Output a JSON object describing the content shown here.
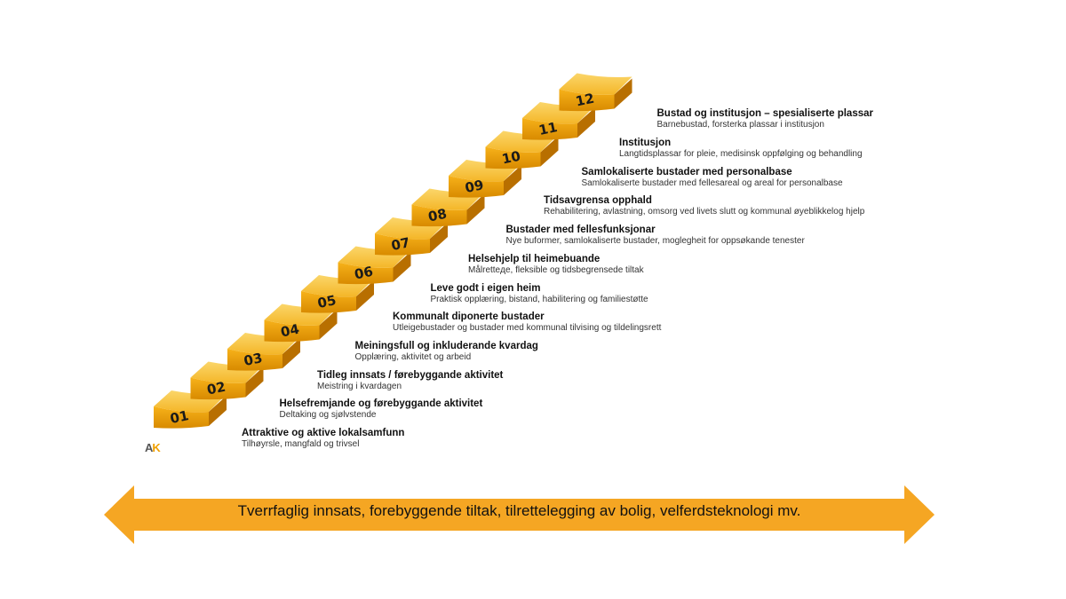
{
  "steps": [
    {
      "num": "01",
      "title": "Attraktive og aktive lokalsamfunn",
      "sub": "Tilhøyrsle, mangfald og trivsel"
    },
    {
      "num": "02",
      "title": "Helsefremjande og førebyggande aktivitet",
      "sub": "Deltaking og sjølvstende"
    },
    {
      "num": "03",
      "title": "Tidleg innsats / førebyggande aktivitet",
      "sub": "Meistring i kvardagen"
    },
    {
      "num": "04",
      "title": "Meiningsfull og inkluderande kvardag",
      "sub": "Opplæring, aktivitet og arbeid"
    },
    {
      "num": "05",
      "title": "Kommunalt diponerte bustader",
      "sub": "Utleigebustader og bustader med kommunal tilvising og tildelingsrett"
    },
    {
      "num": "06",
      "title": "Leve godt i eigen heim",
      "sub": "Praktisk opplæring, bistand, habilitering og familiestøtte"
    },
    {
      "num": "07",
      "title": "Helsehjelp til heimebuande",
      "sub": "Målretteде, fleksible og tidsbegrensede tiltak"
    },
    {
      "num": "08",
      "title": "Bustader med fellesfunksjonar",
      "sub": "Nye buformer, samlokaliserte bustader, moglegheit for oppsøkande tenester"
    },
    {
      "num": "09",
      "title": "Tidsavgrensa opphald",
      "sub": "Rehabilitering, avlastning, omsorg ved livets slutt og kommunal øyeblikkelog hjelp"
    },
    {
      "num": "10",
      "title": "Samlokaliserte bustader med personalbase",
      "sub": "Samlokaliserte bustader med fellesareal og areal for personalbase"
    },
    {
      "num": "11",
      "title": "Institusjon",
      "sub": "Langtidsplassar for pleie, medisinsk oppfølging og behandling"
    },
    {
      "num": "12",
      "title": "Bustad og institusjon – spesialiserte plassar",
      "sub": "Barnebustad, forsterka plassar i institusjon"
    }
  ],
  "logo": {
    "a": "A",
    "k": "K"
  },
  "arrow_text": "Tverrfaglig innsats, forebyggende tiltak, tilrettelegging av bolig,  velferdsteknologi mv.",
  "colors": {
    "step_top": "#f7c544",
    "step_face": "#f0a000",
    "step_side": "#c77d00",
    "arrow": "#f5a623"
  }
}
